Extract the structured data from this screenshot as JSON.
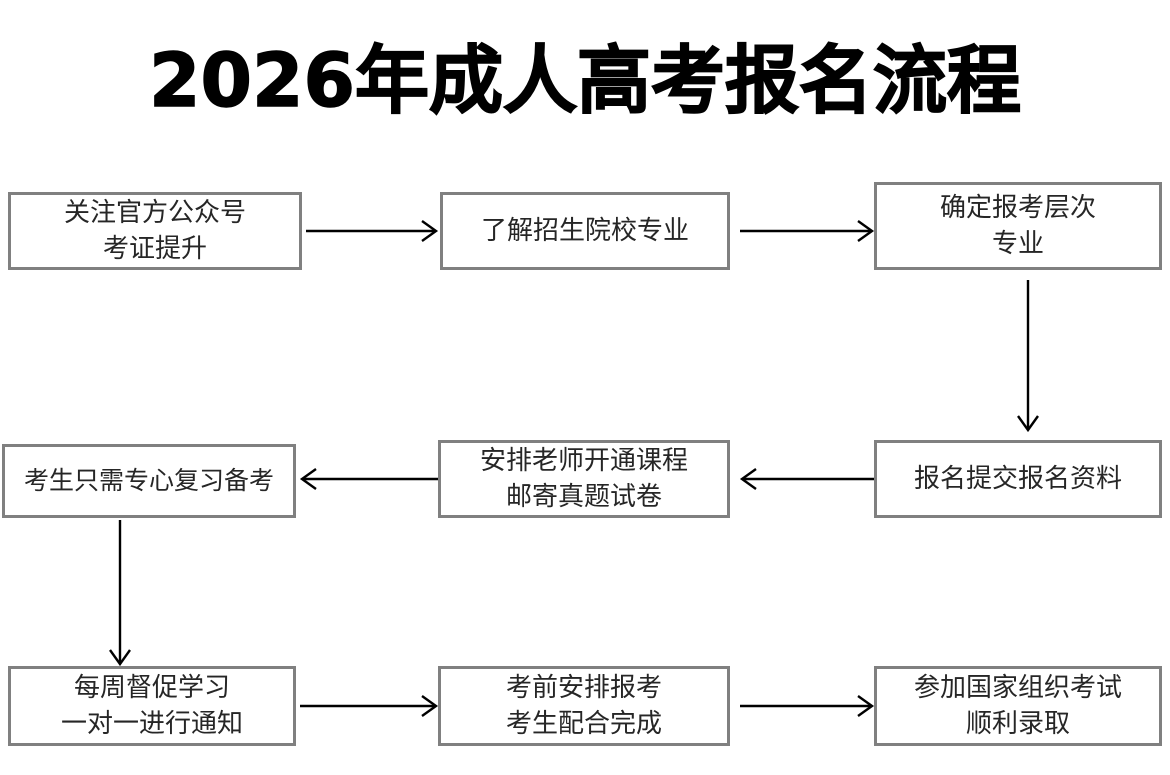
{
  "page": {
    "title": "2026年成人高考报名流程",
    "background_color": "#ffffff",
    "box_border_color": "#808080",
    "text_color": "#262626",
    "arrow_color": "#000000",
    "title_color": "#000000"
  },
  "flowchart": {
    "type": "process-flow",
    "direction": "serpentine (left-to-right, then right-to-left, then left-to-right)",
    "nodes": [
      {
        "id": "n1",
        "row": 1,
        "col": 1,
        "lines": [
          "关注官方公众号",
          "考证提升"
        ]
      },
      {
        "id": "n2",
        "row": 1,
        "col": 2,
        "lines": [
          "了解招生院校专业"
        ]
      },
      {
        "id": "n3",
        "row": 1,
        "col": 3,
        "lines": [
          "确定报考层次",
          "专业"
        ]
      },
      {
        "id": "n4",
        "row": 2,
        "col": 1,
        "lines": [
          "考生只需专心复习备考"
        ]
      },
      {
        "id": "n5",
        "row": 2,
        "col": 2,
        "lines": [
          "安排老师开通课程",
          "邮寄真题试卷"
        ]
      },
      {
        "id": "n6",
        "row": 2,
        "col": 3,
        "lines": [
          "报名提交报名资料"
        ]
      },
      {
        "id": "n7",
        "row": 3,
        "col": 1,
        "lines": [
          "每周督促学习",
          "一对一进行通知"
        ]
      },
      {
        "id": "n8",
        "row": 3,
        "col": 2,
        "lines": [
          "考前安排报考",
          "考生配合完成"
        ]
      },
      {
        "id": "n9",
        "row": 3,
        "col": 3,
        "lines": [
          "参加国家组织考试",
          "顺利录取"
        ]
      }
    ],
    "connectors": [
      {
        "id": "c1",
        "from": "n1",
        "to": "n2",
        "direction": "right"
      },
      {
        "id": "c2",
        "from": "n2",
        "to": "n3",
        "direction": "right"
      },
      {
        "id": "c3",
        "from": "n3",
        "to": "n6",
        "direction": "down"
      },
      {
        "id": "c4",
        "from": "n6",
        "to": "n5",
        "direction": "left"
      },
      {
        "id": "c5",
        "from": "n5",
        "to": "n4",
        "direction": "left"
      },
      {
        "id": "c6",
        "from": "n4",
        "to": "n7",
        "direction": "down"
      },
      {
        "id": "c7",
        "from": "n7",
        "to": "n8",
        "direction": "right"
      },
      {
        "id": "c8",
        "from": "n8",
        "to": "n9",
        "direction": "right"
      }
    ]
  }
}
